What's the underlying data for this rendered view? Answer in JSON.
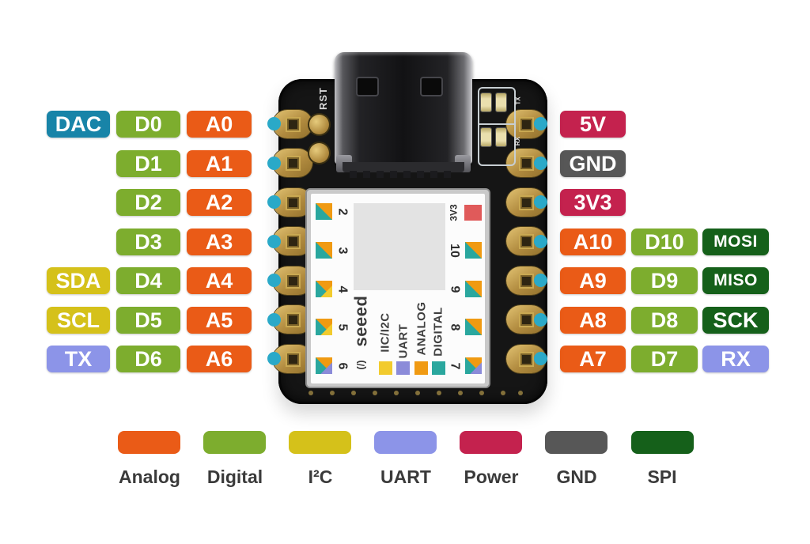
{
  "pins": {
    "left": [
      {
        "badges": [
          {
            "label": "DAC",
            "type": "dac"
          },
          {
            "label": "D0",
            "type": "digital"
          },
          {
            "label": "A0",
            "type": "analog"
          }
        ]
      },
      {
        "badges": [
          {
            "label": "D1",
            "type": "digital"
          },
          {
            "label": "A1",
            "type": "analog"
          }
        ]
      },
      {
        "badges": [
          {
            "label": "D2",
            "type": "digital"
          },
          {
            "label": "A2",
            "type": "analog"
          }
        ]
      },
      {
        "badges": [
          {
            "label": "D3",
            "type": "digital"
          },
          {
            "label": "A3",
            "type": "analog"
          }
        ]
      },
      {
        "badges": [
          {
            "label": "SDA",
            "type": "i2c"
          },
          {
            "label": "D4",
            "type": "digital"
          },
          {
            "label": "A4",
            "type": "analog"
          }
        ]
      },
      {
        "badges": [
          {
            "label": "SCL",
            "type": "i2c"
          },
          {
            "label": "D5",
            "type": "digital"
          },
          {
            "label": "A5",
            "type": "analog"
          }
        ]
      },
      {
        "badges": [
          {
            "label": "TX",
            "type": "uart"
          },
          {
            "label": "D6",
            "type": "digital"
          },
          {
            "label": "A6",
            "type": "analog"
          }
        ]
      }
    ],
    "right": [
      {
        "badges": [
          {
            "label": "5V",
            "type": "power"
          }
        ]
      },
      {
        "badges": [
          {
            "label": "GND",
            "type": "gnd"
          }
        ]
      },
      {
        "badges": [
          {
            "label": "3V3",
            "type": "power"
          }
        ]
      },
      {
        "badges": [
          {
            "label": "A10",
            "type": "analog"
          },
          {
            "label": "D10",
            "type": "digital"
          },
          {
            "label": "MOSI",
            "type": "spi"
          }
        ]
      },
      {
        "badges": [
          {
            "label": "A9",
            "type": "analog"
          },
          {
            "label": "D9",
            "type": "digital"
          },
          {
            "label": "MISO",
            "type": "spi"
          }
        ]
      },
      {
        "badges": [
          {
            "label": "A8",
            "type": "analog"
          },
          {
            "label": "D8",
            "type": "digital"
          },
          {
            "label": "SCK",
            "type": "spi"
          }
        ]
      },
      {
        "badges": [
          {
            "label": "A7",
            "type": "analog"
          },
          {
            "label": "D7",
            "type": "digital"
          },
          {
            "label": "RX",
            "type": "uart"
          }
        ]
      }
    ]
  },
  "board": {
    "rst_label": "RST",
    "brand": "seeed",
    "brand_icon": "(/)",
    "power_pin_label": "3V3",
    "pin_numbers_left": [
      "2",
      "3",
      "4",
      "5",
      "6"
    ],
    "pin_numbers_right": [
      "10",
      "9",
      "8",
      "7"
    ],
    "led_labels": {
      "top": "TX",
      "bottom": "RX"
    },
    "label_legend": [
      {
        "label": "IIC/I2C",
        "color": "#F2CB2E"
      },
      {
        "label": "UART",
        "color": "#8B8BD9"
      },
      {
        "label": "ANALOG",
        "color": "#F09A12"
      },
      {
        "label": "DIGITAL",
        "color": "#2AA79E"
      }
    ]
  },
  "legend": [
    {
      "label": "Analog",
      "color": "#EA5B17"
    },
    {
      "label": "Digital",
      "color": "#7DAD2E"
    },
    {
      "label": "I²C",
      "color": "#D5C11A"
    },
    {
      "label": "UART",
      "color": "#8C94E8"
    },
    {
      "label": "Power",
      "color": "#C4224E"
    },
    {
      "label": "GND",
      "color": "#575757"
    },
    {
      "label": "SPI",
      "color": "#15601A"
    }
  ],
  "colors": {
    "analog": "#EA5B17",
    "digital": "#7DAD2E",
    "i2c": "#D5C11A",
    "uart": "#8C94E8",
    "power": "#C4224E",
    "gnd": "#575757",
    "spi": "#15601A",
    "dac": "#1884A8",
    "callout_dot": "#2AA9C8"
  }
}
